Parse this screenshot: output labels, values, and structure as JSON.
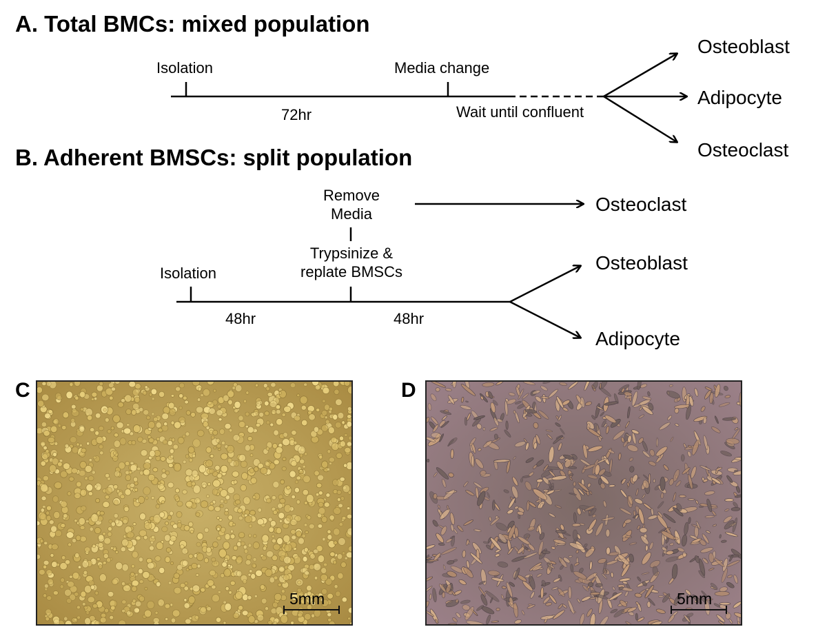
{
  "panel_a": {
    "title": "A. Total BMCs: mixed population",
    "isolation": "Isolation",
    "media_change": "Media change",
    "duration": "72hr",
    "wait": "Wait until confluent",
    "outputs": [
      "Osteoblast",
      "Adipocyte",
      "Osteoclast"
    ]
  },
  "panel_b": {
    "title": "B. Adherent BMSCs: split population",
    "remove_media_line1": "Remove",
    "remove_media_line2": "Media",
    "trypsinize_line1": "Trypsinize &",
    "trypsinize_line2": "replate BMSCs",
    "isolation": "Isolation",
    "duration_1": "48hr",
    "duration_2": "48hr",
    "osteoclast": "Osteoclast",
    "outputs": [
      "Osteoblast",
      "Adipocyte"
    ]
  },
  "panel_c": {
    "letter": "C",
    "scale_label": "5mm",
    "tint": "#b89a4e"
  },
  "panel_d": {
    "letter": "D",
    "scale_label": "5mm",
    "tint": "#8a6f78"
  }
}
